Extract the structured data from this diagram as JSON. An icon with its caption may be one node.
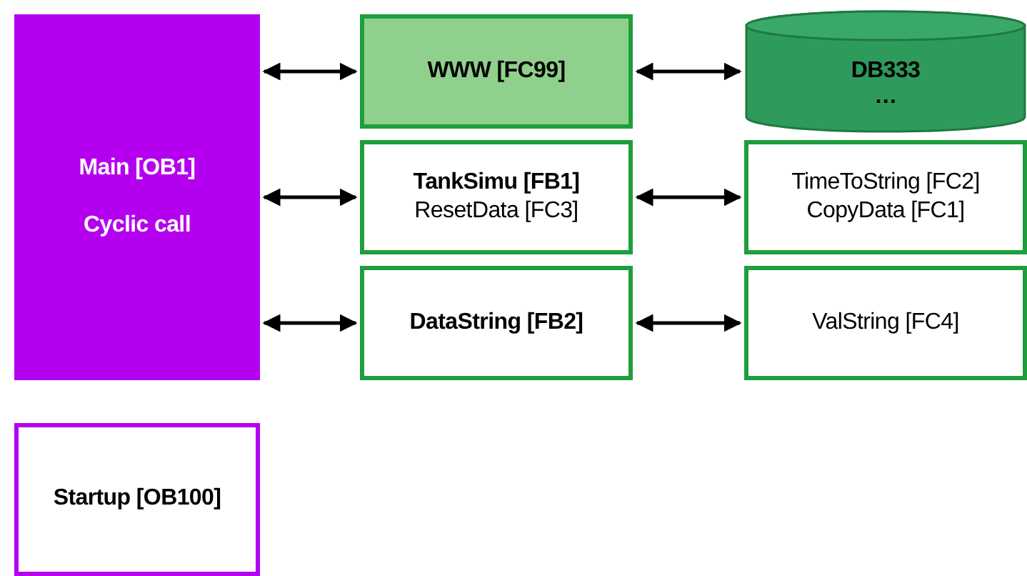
{
  "diagram": {
    "nodes": [
      {
        "text": [
          "Main [OB1]",
          "Cyclic call"
        ]
      },
      {
        "text": [
          "WWW [FC99]"
        ]
      },
      {
        "text": [
          "DB333",
          "…"
        ]
      },
      {
        "text": [
          "TankSimu [FB1]",
          "ResetData [FC3]"
        ]
      },
      {
        "text": [
          "TimeToString [FC2]",
          "CopyData [FC1]"
        ]
      },
      {
        "text": [
          "DataString [FB2]"
        ]
      },
      {
        "text": [
          "ValString [FC4]"
        ]
      },
      {
        "text": [
          "Startup [OB100]"
        ]
      }
    ],
    "edges": [
      {
        "from": 0,
        "to": 1,
        "arrow": "both"
      },
      {
        "from": 1,
        "to": 2,
        "arrow": "both"
      },
      {
        "from": 0,
        "to": 3,
        "arrow": "both"
      },
      {
        "from": 3,
        "to": 4,
        "arrow": "both"
      },
      {
        "from": 0,
        "to": 5,
        "arrow": "both"
      },
      {
        "from": 5,
        "to": 6,
        "arrow": "both"
      }
    ]
  }
}
